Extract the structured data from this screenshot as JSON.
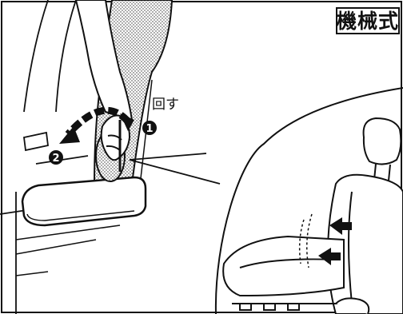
{
  "badge": {
    "label": "機械式"
  },
  "instruction": {
    "turn_label": "回す"
  },
  "steps": [
    {
      "number": "1"
    },
    {
      "number": "2"
    }
  ],
  "icons": [
    "seat-illustration",
    "hand-icon",
    "rotation-arrow-icon",
    "seat-magnifier-illustration",
    "backrest-arrow-icon"
  ],
  "colors": {
    "line": "#111111",
    "background": "#ffffff",
    "fill": "#ffffff"
  }
}
